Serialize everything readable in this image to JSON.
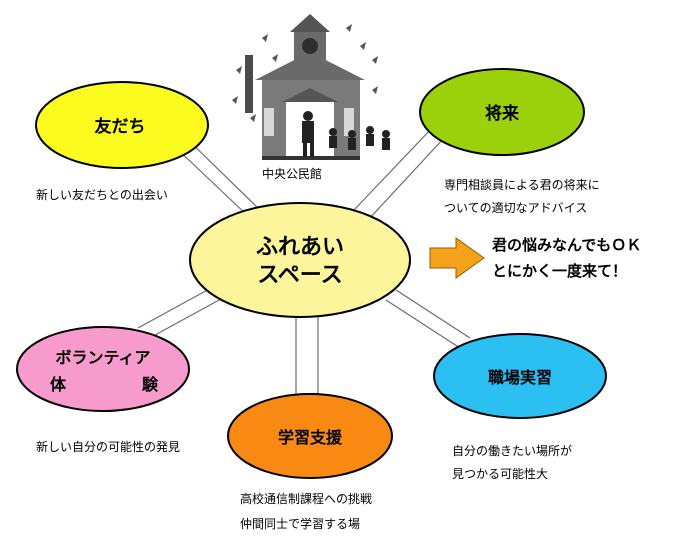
{
  "center": {
    "line1": "ふれあい",
    "line2": "スペース",
    "color": "#fdf59b"
  },
  "hall": {
    "caption": "中央公民館"
  },
  "callout": {
    "line1": "君の悩みなんでもＯＫ",
    "line2": "とにかく一度来て！",
    "arrow_color": "#f4a21c"
  },
  "nodes": {
    "friends": {
      "label": "友だち",
      "desc1": "新しい友だちとの出会い",
      "color": "#fbfb1f"
    },
    "future": {
      "label": "将来",
      "desc1": "専門相談員による君の将来に",
      "desc2": "ついての適切なアドバイス",
      "color": "#9ad10a"
    },
    "volunteer": {
      "line1": "ボランティア",
      "line2a": "体",
      "line2b": "験",
      "desc1": "新しい自分の可能性の発見",
      "color": "#f79acc"
    },
    "study": {
      "label": "学習支援",
      "desc1": "高校通信制課程への挑戦",
      "desc2": "仲間同士で学習する場",
      "color": "#f88a14"
    },
    "work": {
      "label": "職場実習",
      "desc1": "自分の働きたい場所が",
      "desc2": "見つかる可能性大",
      "color": "#2bbff2"
    }
  }
}
